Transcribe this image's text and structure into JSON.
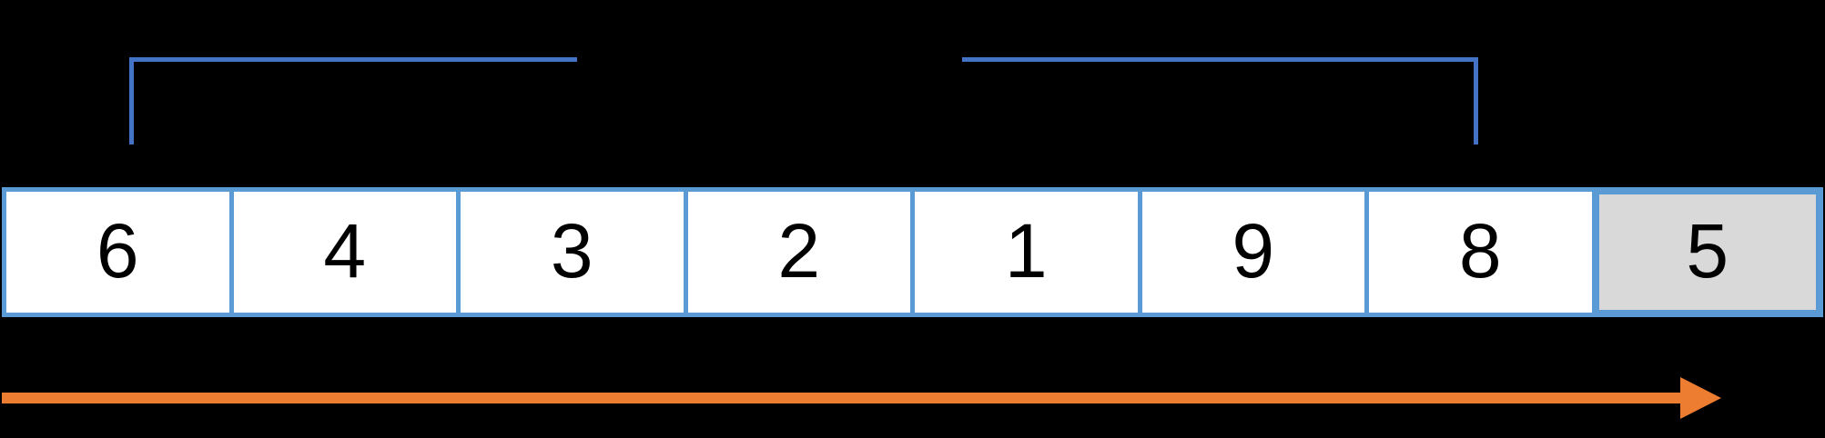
{
  "colors": {
    "background": "#000000",
    "bracket-blue": "#4472C4",
    "cell-border": "#5B9BD5",
    "cell-fill": "#FFFFFF",
    "highlight-fill": "#D9D9D9",
    "digit": "#000000",
    "arrow-orange": "#ED7D31"
  },
  "array": {
    "cells": [
      {
        "value": "6",
        "highlighted": false
      },
      {
        "value": "4",
        "highlighted": false
      },
      {
        "value": "3",
        "highlighted": false
      },
      {
        "value": "2",
        "highlighted": false
      },
      {
        "value": "1",
        "highlighted": false
      },
      {
        "value": "9",
        "highlighted": false
      },
      {
        "value": "8",
        "highlighted": false
      },
      {
        "value": "5",
        "highlighted": true
      }
    ]
  },
  "annotations": {
    "arrow_direction": "right"
  }
}
